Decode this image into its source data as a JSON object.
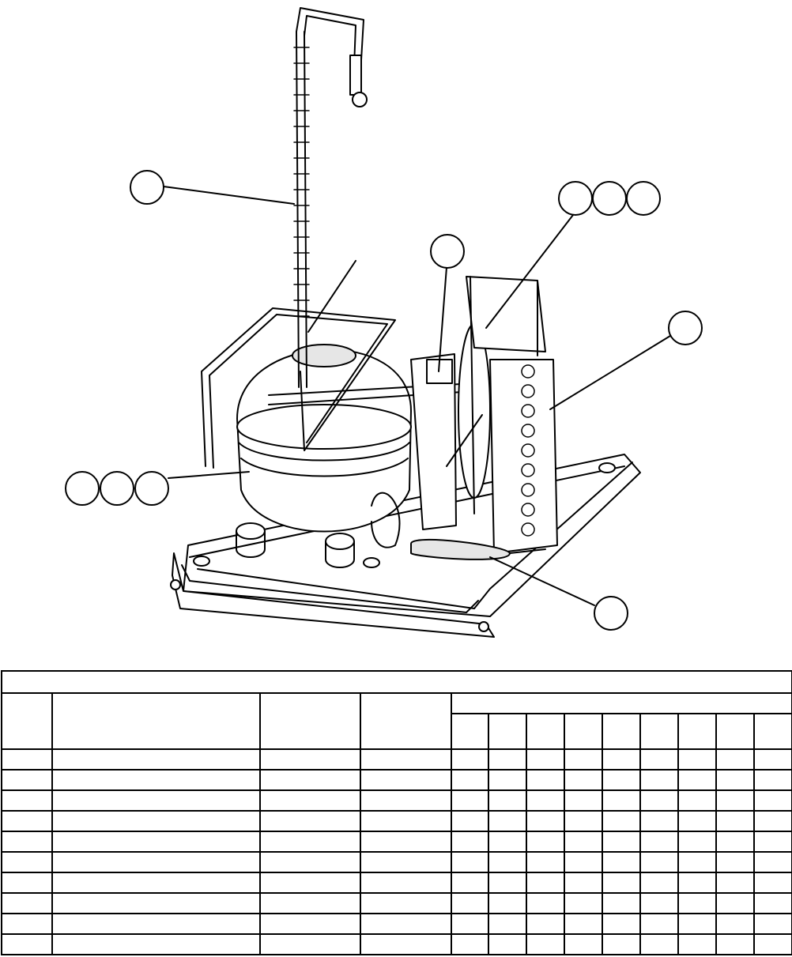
{
  "diagram": {
    "description_callouts": [
      {
        "id": "callout-a"
      },
      {
        "id": "callout-b"
      },
      {
        "id": "callout-c"
      },
      {
        "id": "callout-d"
      },
      {
        "id": "callout-e"
      },
      {
        "id": "callout-f"
      },
      {
        "id": "callout-g"
      },
      {
        "id": "callout-h"
      },
      {
        "id": "callout-i"
      },
      {
        "id": "callout-j"
      }
    ],
    "colors": {
      "line": "#000000",
      "fill": "#ffffff",
      "shade": "#e6e6e6"
    }
  },
  "table": {
    "sub_column_count": 9,
    "row_count": 10
  }
}
